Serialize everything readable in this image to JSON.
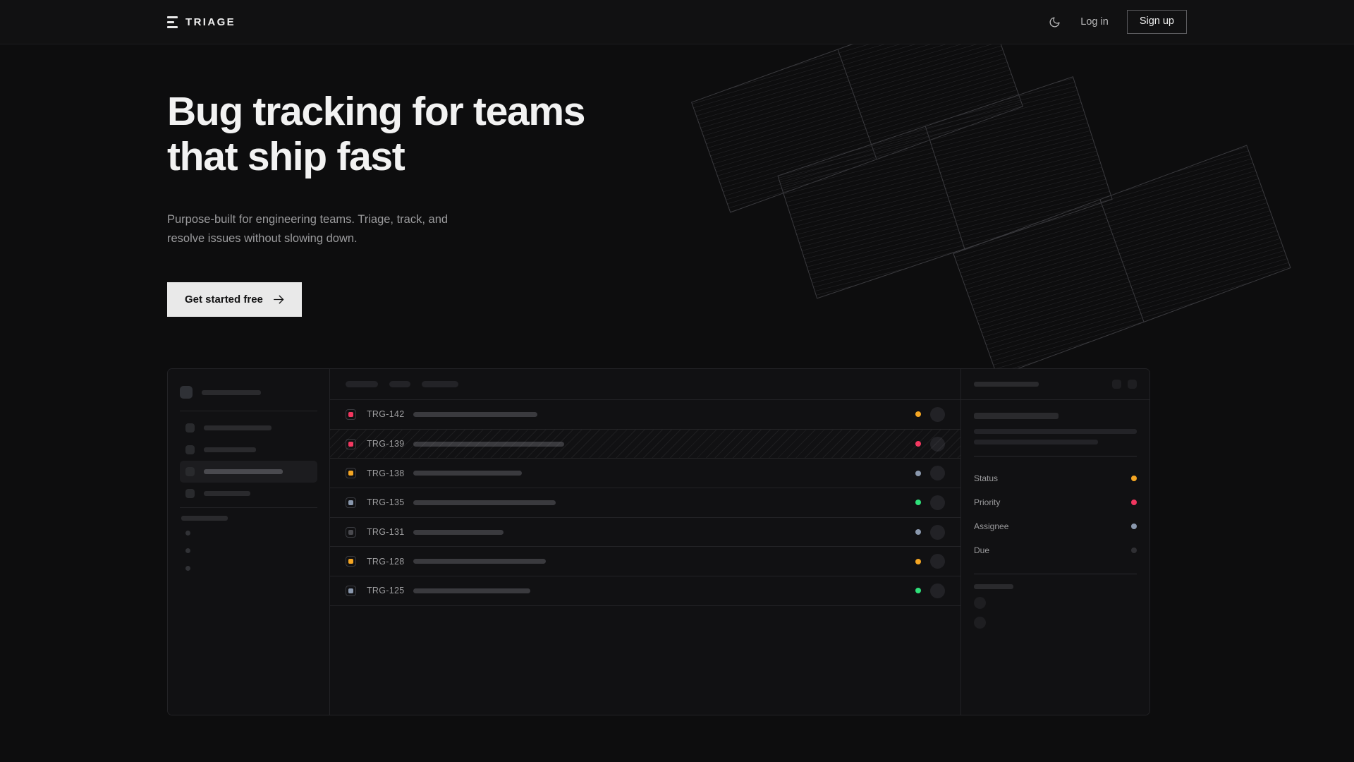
{
  "nav": {
    "brand": "TRIAGE",
    "theme_toggle_icon": "moon-icon",
    "login_label": "Log in",
    "signup_label": "Sign up"
  },
  "hero": {
    "headline": "Bug tracking for teams\nthat ship fast",
    "subhead": "Purpose-built for engineering teams. Triage, track, and\nresolve issues without slowing down.",
    "cta_label": "Get started free",
    "cta_icon": "arrow-right-icon"
  },
  "colors": {
    "page_bg": "#0d0d0e",
    "nav_bg": "#111112",
    "panel_bg": "#111113",
    "border": "#232326",
    "text_primary": "#f2f2f2",
    "text_muted": "#9b9b9d",
    "accent_amber": "#f5a623",
    "accent_pink": "#f2365f",
    "accent_green": "#2fe07a",
    "accent_slate": "#8a98ad",
    "accent_gray": "#3a3a3e",
    "cta_bg": "#e9e9e9"
  },
  "mockup": {
    "sidebar": {
      "workspace_width": 84,
      "nav_items": [
        {
          "width": 96,
          "active": false
        },
        {
          "width": 74,
          "active": false
        },
        {
          "width": 112,
          "active": true
        },
        {
          "width": 66,
          "active": false
        }
      ],
      "section_label_width": 66,
      "mini_items": 3
    },
    "list": {
      "filter_chips": [
        46,
        30,
        52
      ],
      "rows": [
        {
          "key": "TRG-142",
          "priority_color": "#f2365f",
          "title_width": 176,
          "status_color": "#f5a623",
          "selected": false
        },
        {
          "key": "TRG-139",
          "priority_color": "#f2365f",
          "title_width": 214,
          "status_color": "#f2365f",
          "selected": true
        },
        {
          "key": "TRG-138",
          "priority_color": "#f5a623",
          "title_width": 154,
          "status_color": "#8a98ad",
          "selected": false
        },
        {
          "key": "TRG-135",
          "priority_color": "#8a98ad",
          "title_width": 202,
          "status_color": "#2fe07a",
          "selected": false
        },
        {
          "key": "TRG-131",
          "priority_color": "#4a4a4f",
          "title_width": 128,
          "status_color": "#8a98ad",
          "selected": false
        },
        {
          "key": "TRG-128",
          "priority_color": "#f5a623",
          "title_width": 188,
          "status_color": "#f5a623",
          "selected": false
        },
        {
          "key": "TRG-125",
          "priority_color": "#8a98ad",
          "title_width": 166,
          "status_color": "#2fe07a",
          "selected": false
        }
      ]
    },
    "detail": {
      "title_skeleton_width": 92,
      "header_buttons": 2,
      "subtitle_width": 120,
      "body_lines": [
        231,
        176
      ],
      "fields": [
        {
          "label": "Status",
          "color": "#f5a623"
        },
        {
          "label": "Priority",
          "color": "#f2365f"
        },
        {
          "label": "Assignee",
          "color": "#8a98ad"
        },
        {
          "label": "Due",
          "color": "#2f2f33"
        }
      ],
      "activity_label_width": 56,
      "activity_items": 2
    }
  }
}
